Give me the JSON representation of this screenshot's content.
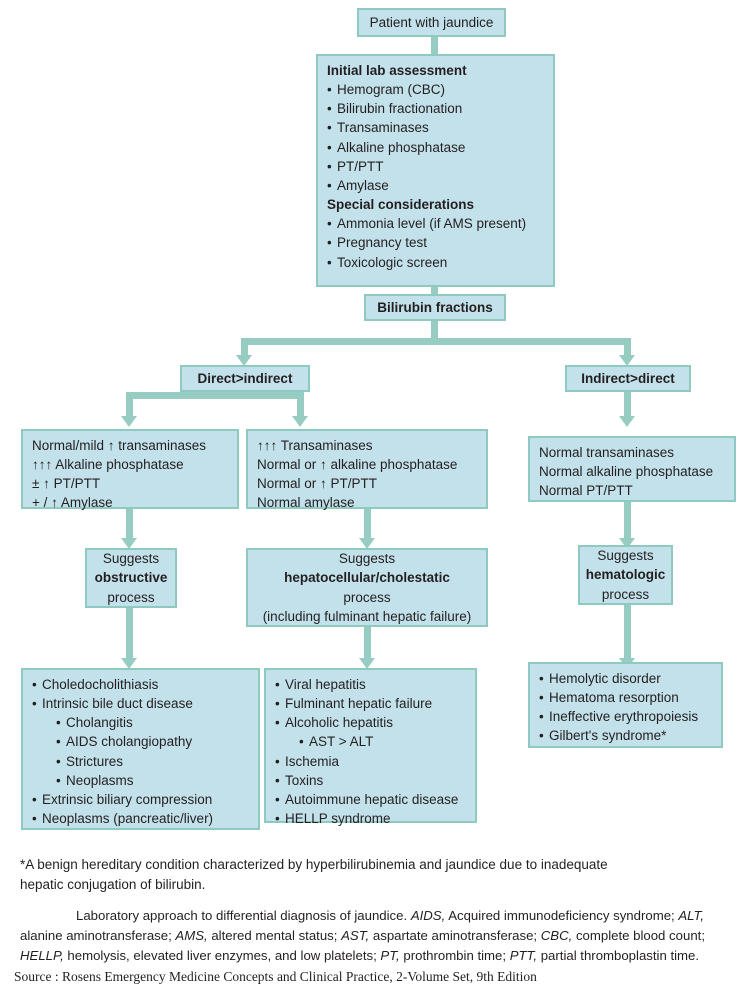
{
  "title": "Laboratory approach to differential diagnosis of jaundice",
  "colors": {
    "box_fill": "#c3e1ea",
    "box_border": "#8ecabf",
    "connector": "#96ccc2",
    "text": "#231f20",
    "background": "#ffffff"
  },
  "nodes": {
    "start": {
      "label": "Patient with jaundice"
    },
    "initial_lab": {
      "heading1": "Initial lab assessment",
      "items1": [
        "Hemogram (CBC)",
        "Bilirubin fractionation",
        "Transaminases",
        "Alkaline phosphatase",
        "PT/PTT",
        "Amylase"
      ],
      "heading2": "Special considerations",
      "items2": [
        "Ammonia level (if AMS present)",
        "Pregnancy test",
        "Toxicologic screen"
      ]
    },
    "bilirubin_fractions": {
      "label": "Bilirubin fractions"
    },
    "direct_gt_indirect": {
      "label": "Direct>indirect"
    },
    "indirect_gt_direct": {
      "label": "Indirect>direct"
    },
    "labs_obstructive": {
      "lines": [
        "Normal/mild ↑ transaminases",
        "↑↑↑ Alkaline phosphatase",
        "± ↑ PT/PTT",
        "+ / ↑ Amylase"
      ]
    },
    "labs_hepatocellular": {
      "lines": [
        "↑↑↑ Transaminases",
        "Normal or ↑ alkaline phosphatase",
        "Normal or ↑ PT/PTT",
        "Normal amylase"
      ]
    },
    "labs_hematologic": {
      "lines": [
        "Normal transaminases",
        "Normal alkaline phosphatase",
        "Normal PT/PTT"
      ]
    },
    "suggests_obstructive": {
      "line1": "Suggests",
      "line2": "obstructive",
      "line3": "process"
    },
    "suggests_hepatocellular": {
      "line1": "Suggests",
      "line2": "hepatocellular/cholestatic",
      "line3": "process",
      "line4": "(including fulminant hepatic failure)"
    },
    "suggests_hematologic": {
      "line1": "Suggests",
      "line2": "hematologic",
      "line3": "process"
    },
    "dx_obstructive": {
      "items": [
        {
          "text": "Choledocholithiasis",
          "level": 0
        },
        {
          "text": "Intrinsic bile duct disease",
          "level": 0
        },
        {
          "text": "Cholangitis",
          "level": 1
        },
        {
          "text": "AIDS cholangiopathy",
          "level": 1
        },
        {
          "text": "Strictures",
          "level": 1
        },
        {
          "text": "Neoplasms",
          "level": 1
        },
        {
          "text": "Extrinsic biliary compression",
          "level": 0
        },
        {
          "text": "Neoplasms (pancreatic/liver)",
          "level": 0
        }
      ]
    },
    "dx_hepatocellular": {
      "items": [
        {
          "text": "Viral hepatitis",
          "level": 0
        },
        {
          "text": "Fulminant hepatic failure",
          "level": 0
        },
        {
          "text": "Alcoholic hepatitis",
          "level": 0
        },
        {
          "text": "AST > ALT",
          "level": 1
        },
        {
          "text": "Ischemia",
          "level": 0
        },
        {
          "text": "Toxins",
          "level": 0
        },
        {
          "text": "Autoimmune hepatic disease",
          "level": 0
        },
        {
          "text": "HELLP syndrome",
          "level": 0
        }
      ]
    },
    "dx_hematologic": {
      "items": [
        {
          "text": "Hemolytic disorder",
          "level": 0
        },
        {
          "text": "Hematoma resorption",
          "level": 0
        },
        {
          "text": "Ineffective erythropoiesis",
          "level": 0
        },
        {
          "text": "Gilbert's syndrome*",
          "level": 0
        }
      ]
    }
  },
  "footnote": {
    "line1": "*A benign hereditary condition characterized by hyperbilirubinemia and jaundice due to inadequate",
    "line2": "hepatic conjugation of bilirubin."
  },
  "caption": {
    "lead": "Laboratory approach to differential diagnosis of jaundice.",
    "abbrev_aids_key": "AIDS,",
    "abbrev_aids_val": "Acquired immunodeficiency syndrome;",
    "abbrev_alt_key": "ALT,",
    "abbrev_alt_val": "alanine aminotransferase;",
    "abbrev_ams_key": "AMS,",
    "abbrev_ams_val": "altered mental status;",
    "abbrev_ast_key": "AST,",
    "abbrev_ast_val": "aspartate aminotransferase;",
    "abbrev_cbc_key": "CBC,",
    "abbrev_cbc_val": "complete blood count;",
    "abbrev_hellp_key": "HELLP,",
    "abbrev_hellp_val": "hemolysis, elevated liver enzymes, and low platelets;",
    "abbrev_pt_key": "PT,",
    "abbrev_pt_val": "prothrombin time;",
    "abbrev_ptt_key": "PTT,",
    "abbrev_ptt_val": "partial thromboplastin time."
  },
  "source": {
    "text": "Source : Rosens Emergency Medicine Concepts and Clinical Practice, 2-Volume Set, 9th Edition"
  }
}
